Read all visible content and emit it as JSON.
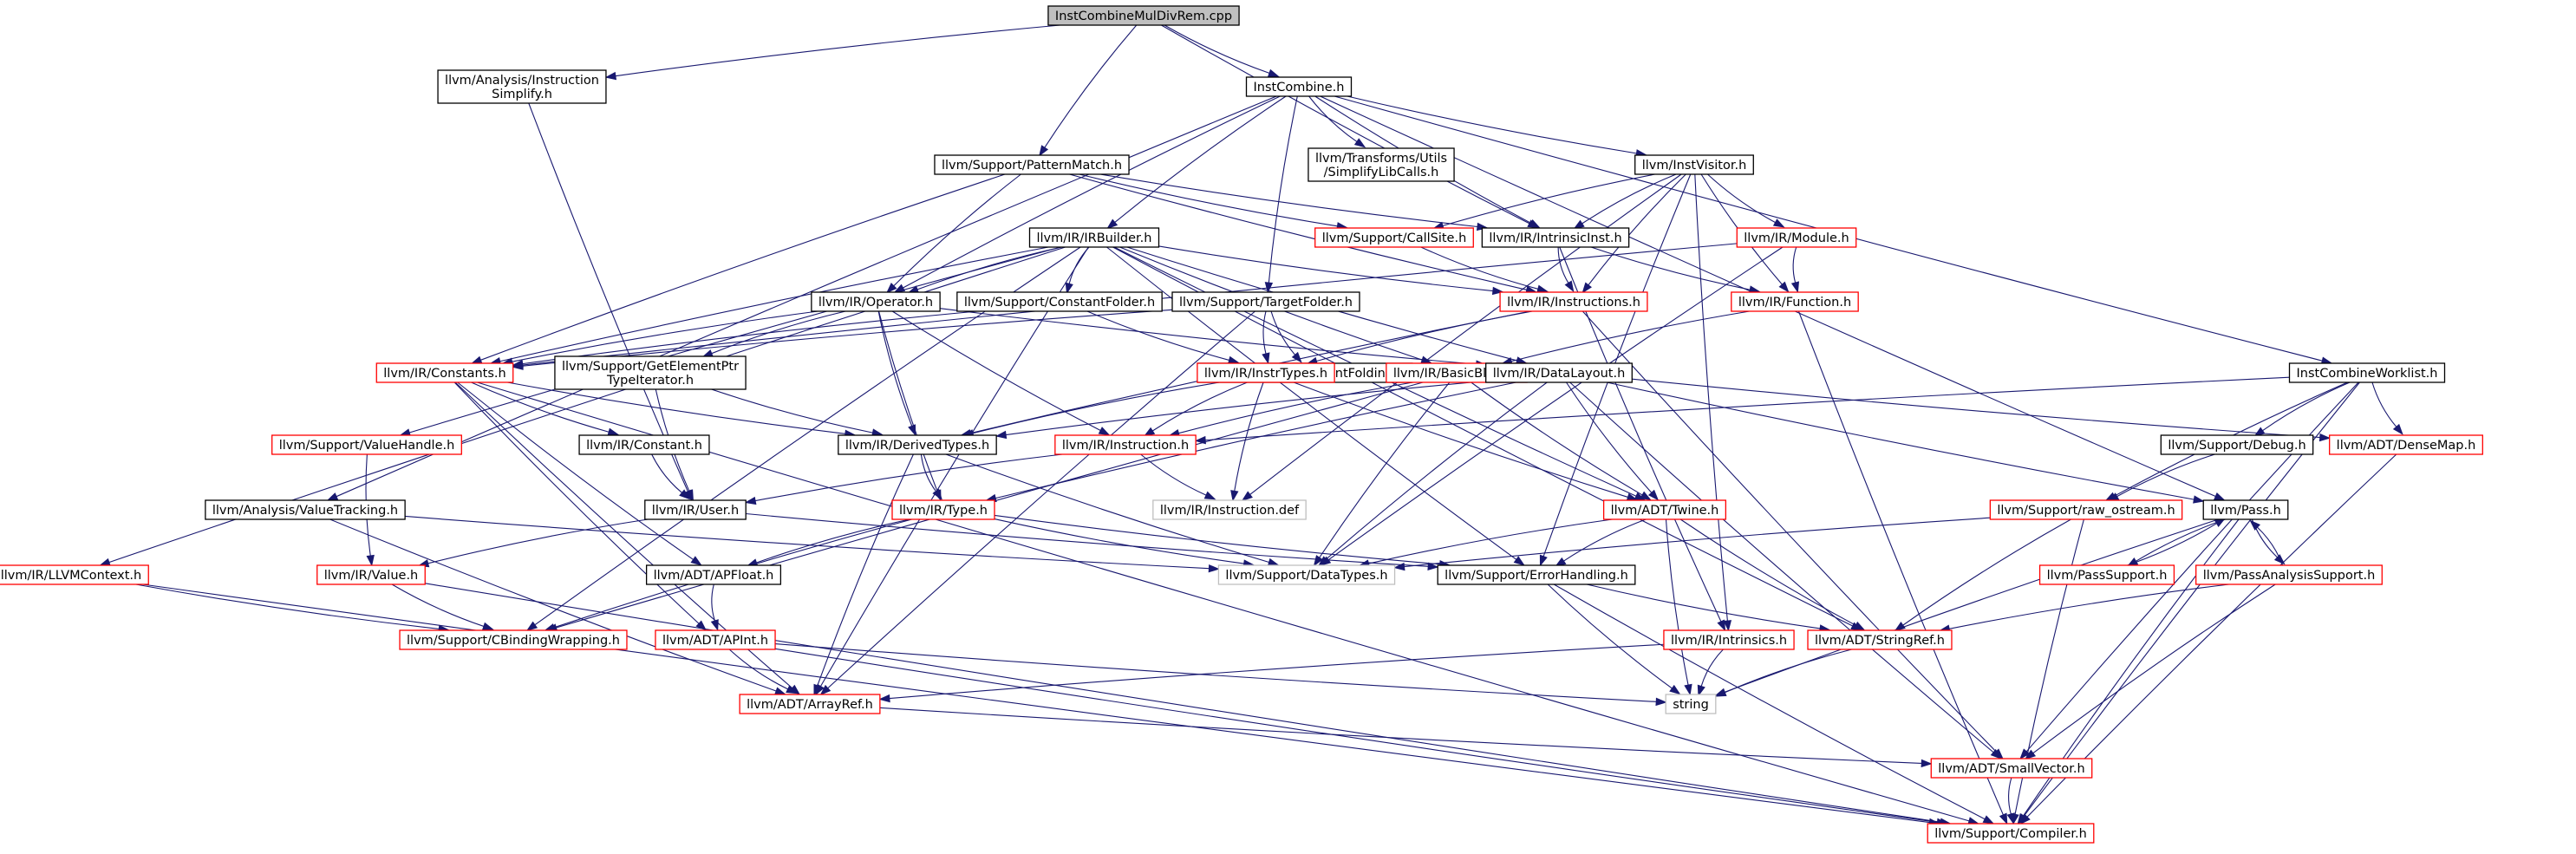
{
  "diagram": {
    "title": "InstCombineMulDivRem.cpp",
    "colors": {
      "edge": "#191970",
      "black_border": "#000000",
      "red_border": "#ff0000",
      "gray_border": "#bfbfbf",
      "root_fill": "#bfbfbf"
    },
    "nodes": [
      {
        "id": "root",
        "label": [
          "InstCombineMulDivRem.cpp"
        ],
        "style": "root"
      },
      {
        "id": "ais",
        "label": [
          "llvm/Analysis/Instruction",
          "Simplify.h"
        ],
        "style": "black"
      },
      {
        "id": "ic",
        "label": [
          "InstCombine.h"
        ],
        "style": "black"
      },
      {
        "id": "pm",
        "label": [
          "llvm/Support/PatternMatch.h"
        ],
        "style": "black"
      },
      {
        "id": "tu",
        "label": [
          "llvm/Transforms/Utils",
          "/SimplifyLibCalls.h"
        ],
        "style": "black"
      },
      {
        "id": "iv",
        "label": [
          "llvm/InstVisitor.h"
        ],
        "style": "black"
      },
      {
        "id": "cs",
        "label": [
          "llvm/Support/CallSite.h"
        ],
        "style": "red"
      },
      {
        "id": "ii",
        "label": [
          "llvm/IR/IntrinsicInst.h"
        ],
        "style": "black"
      },
      {
        "id": "irb",
        "label": [
          "llvm/IR/IRBuilder.h"
        ],
        "style": "black"
      },
      {
        "id": "mod",
        "label": [
          "llvm/IR/Module.h"
        ],
        "style": "red"
      },
      {
        "id": "ins",
        "label": [
          "llvm/IR/Instructions.h"
        ],
        "style": "red"
      },
      {
        "id": "fn",
        "label": [
          "llvm/IR/Function.h"
        ],
        "style": "red"
      },
      {
        "id": "op",
        "label": [
          "llvm/IR/Operator.h"
        ],
        "style": "black"
      },
      {
        "id": "cf",
        "label": [
          "llvm/Support/ConstantFolder.h"
        ],
        "style": "black"
      },
      {
        "id": "tf",
        "label": [
          "llvm/Support/TargetFolder.h"
        ],
        "style": "black"
      },
      {
        "id": "cst",
        "label": [
          "llvm/IR/Constants.h"
        ],
        "style": "red"
      },
      {
        "id": "gep",
        "label": [
          "llvm/Support/GetElementPtr",
          "TypeIterator.h"
        ],
        "style": "black"
      },
      {
        "id": "acf",
        "label": [
          "llvm/Analysis/ConstantFolding.h"
        ],
        "style": "black"
      },
      {
        "id": "it",
        "label": [
          "llvm/IR/InstrTypes.h"
        ],
        "style": "red"
      },
      {
        "id": "bb",
        "label": [
          "llvm/IR/BasicBlock.h"
        ],
        "style": "red"
      },
      {
        "id": "dl",
        "label": [
          "llvm/IR/DataLayout.h"
        ],
        "style": "black"
      },
      {
        "id": "icw",
        "label": [
          "InstCombineWorklist.h"
        ],
        "style": "black"
      },
      {
        "id": "vh",
        "label": [
          "llvm/Support/ValueHandle.h"
        ],
        "style": "red"
      },
      {
        "id": "con",
        "label": [
          "llvm/IR/Constant.h"
        ],
        "style": "black"
      },
      {
        "id": "dt",
        "label": [
          "llvm/IR/DerivedTypes.h"
        ],
        "style": "black"
      },
      {
        "id": "inst",
        "label": [
          "llvm/IR/Instruction.h"
        ],
        "style": "red"
      },
      {
        "id": "dbg",
        "label": [
          "llvm/Support/Debug.h"
        ],
        "style": "black"
      },
      {
        "id": "dm",
        "label": [
          "llvm/ADT/DenseMap.h"
        ],
        "style": "red"
      },
      {
        "id": "avt",
        "label": [
          "llvm/Analysis/ValueTracking.h"
        ],
        "style": "black"
      },
      {
        "id": "usr",
        "label": [
          "llvm/IR/User.h"
        ],
        "style": "black"
      },
      {
        "id": "idef",
        "label": [
          "llvm/IR/Instruction.def"
        ],
        "style": "gray"
      },
      {
        "id": "typ",
        "label": [
          "llvm/IR/Type.h"
        ],
        "style": "red"
      },
      {
        "id": "tw",
        "label": [
          "llvm/ADT/Twine.h"
        ],
        "style": "red"
      },
      {
        "id": "ro",
        "label": [
          "llvm/Support/raw_ostream.h"
        ],
        "style": "red"
      },
      {
        "id": "pass",
        "label": [
          "llvm/Pass.h"
        ],
        "style": "black"
      },
      {
        "id": "llc",
        "label": [
          "llvm/IR/LLVMContext.h"
        ],
        "style": "red"
      },
      {
        "id": "val",
        "label": [
          "llvm/IR/Value.h"
        ],
        "style": "red"
      },
      {
        "id": "apf",
        "label": [
          "llvm/ADT/APFloat.h"
        ],
        "style": "black"
      },
      {
        "id": "sdt",
        "label": [
          "llvm/Support/DataTypes.h"
        ],
        "style": "gray"
      },
      {
        "id": "eh",
        "label": [
          "llvm/Support/ErrorHandling.h"
        ],
        "style": "black"
      },
      {
        "id": "ps",
        "label": [
          "llvm/PassSupport.h"
        ],
        "style": "red"
      },
      {
        "id": "pas",
        "label": [
          "llvm/PassAnalysisSupport.h"
        ],
        "style": "red"
      },
      {
        "id": "cbw",
        "label": [
          "llvm/Support/CBindingWrapping.h"
        ],
        "style": "red"
      },
      {
        "id": "api",
        "label": [
          "llvm/ADT/APInt.h"
        ],
        "style": "red"
      },
      {
        "id": "intr",
        "label": [
          "llvm/IR/Intrinsics.h"
        ],
        "style": "red"
      },
      {
        "id": "sr",
        "label": [
          "llvm/ADT/StringRef.h"
        ],
        "style": "red"
      },
      {
        "id": "str",
        "label": [
          "string"
        ],
        "style": "gray"
      },
      {
        "id": "ar",
        "label": [
          "llvm/ADT/ArrayRef.h"
        ],
        "style": "red"
      },
      {
        "id": "sv",
        "label": [
          "llvm/ADT/SmallVector.h"
        ],
        "style": "red"
      },
      {
        "id": "comp",
        "label": [
          "llvm/Support/Compiler.h"
        ],
        "style": "red"
      }
    ],
    "edges": [
      [
        "root",
        "ais"
      ],
      [
        "root",
        "ic"
      ],
      [
        "root",
        "pm"
      ],
      [
        "root",
        "ii"
      ],
      [
        "ais",
        "usr"
      ],
      [
        "ic",
        "tu"
      ],
      [
        "ic",
        "iv"
      ],
      [
        "ic",
        "ii"
      ],
      [
        "ic",
        "irb"
      ],
      [
        "ic",
        "op"
      ],
      [
        "ic",
        "tf"
      ],
      [
        "ic",
        "icw"
      ],
      [
        "ic",
        "avt"
      ],
      [
        "ic",
        "pass"
      ],
      [
        "pm",
        "cs"
      ],
      [
        "pm",
        "ii"
      ],
      [
        "pm",
        "op"
      ],
      [
        "pm",
        "ins"
      ],
      [
        "pm",
        "cst"
      ],
      [
        "iv",
        "cs"
      ],
      [
        "iv",
        "ii"
      ],
      [
        "iv",
        "mod"
      ],
      [
        "iv",
        "ins"
      ],
      [
        "iv",
        "fn"
      ],
      [
        "iv",
        "idef"
      ],
      [
        "iv",
        "intr"
      ],
      [
        "iv",
        "eh"
      ],
      [
        "cs",
        "ins"
      ],
      [
        "ii",
        "ins"
      ],
      [
        "ii",
        "fn"
      ],
      [
        "ii",
        "intr"
      ],
      [
        "mod",
        "fn"
      ],
      [
        "mod",
        "cst"
      ],
      [
        "mod",
        "sdt"
      ],
      [
        "fn",
        "bb"
      ],
      [
        "fn",
        "comp"
      ],
      [
        "ins",
        "it"
      ],
      [
        "ins",
        "dt"
      ],
      [
        "ins",
        "sv"
      ],
      [
        "irb",
        "ins"
      ],
      [
        "irb",
        "op"
      ],
      [
        "irb",
        "cf"
      ],
      [
        "irb",
        "bb"
      ],
      [
        "irb",
        "dl"
      ],
      [
        "irb",
        "vh"
      ],
      [
        "irb",
        "cst"
      ],
      [
        "irb",
        "llc"
      ],
      [
        "irb",
        "cbw"
      ],
      [
        "irb",
        "tw"
      ],
      [
        "irb",
        "sr"
      ],
      [
        "irb",
        "ar"
      ],
      [
        "irb",
        "eh"
      ],
      [
        "op",
        "cst"
      ],
      [
        "op",
        "gep"
      ],
      [
        "op",
        "inst"
      ],
      [
        "op",
        "dt"
      ],
      [
        "op",
        "typ"
      ],
      [
        "op",
        "dl"
      ],
      [
        "cf",
        "cst"
      ],
      [
        "cf",
        "it"
      ],
      [
        "tf",
        "cst"
      ],
      [
        "tf",
        "acf"
      ],
      [
        "tf",
        "it"
      ],
      [
        "tf",
        "ar"
      ],
      [
        "cst",
        "con"
      ],
      [
        "cst",
        "dt"
      ],
      [
        "cst",
        "apf"
      ],
      [
        "cst",
        "api"
      ],
      [
        "cst",
        "ar"
      ],
      [
        "cst",
        "comp"
      ],
      [
        "gep",
        "dt"
      ],
      [
        "gep",
        "usr"
      ],
      [
        "it",
        "inst"
      ],
      [
        "it",
        "dt"
      ],
      [
        "it",
        "idef"
      ],
      [
        "it",
        "tw"
      ],
      [
        "bb",
        "inst"
      ],
      [
        "bb",
        "sdt"
      ],
      [
        "bb",
        "tw"
      ],
      [
        "bb",
        "cbw"
      ],
      [
        "dl",
        "dt"
      ],
      [
        "dl",
        "typ"
      ],
      [
        "dl",
        "dm"
      ],
      [
        "dl",
        "tw"
      ],
      [
        "dl",
        "sdt"
      ],
      [
        "dl",
        "sv"
      ],
      [
        "dl",
        "pass"
      ],
      [
        "icw",
        "inst"
      ],
      [
        "icw",
        "dbg"
      ],
      [
        "icw",
        "dm"
      ],
      [
        "icw",
        "ro"
      ],
      [
        "icw",
        "sv"
      ],
      [
        "icw",
        "comp"
      ],
      [
        "vh",
        "val"
      ],
      [
        "con",
        "usr"
      ],
      [
        "dt",
        "typ"
      ],
      [
        "dt",
        "sdt"
      ],
      [
        "dt",
        "ar"
      ],
      [
        "inst",
        "usr"
      ],
      [
        "inst",
        "idef"
      ],
      [
        "dbg",
        "ro"
      ],
      [
        "dm",
        "comp"
      ],
      [
        "avt",
        "sdt"
      ],
      [
        "avt",
        "ar"
      ],
      [
        "usr",
        "val"
      ],
      [
        "usr",
        "eh"
      ],
      [
        "typ",
        "sdt"
      ],
      [
        "typ",
        "apf"
      ],
      [
        "typ",
        "cbw"
      ],
      [
        "typ",
        "eh"
      ],
      [
        "tw",
        "sdt"
      ],
      [
        "tw",
        "sr"
      ],
      [
        "tw",
        "str"
      ],
      [
        "tw",
        "eh"
      ],
      [
        "ro",
        "sdt"
      ],
      [
        "ro",
        "sr"
      ],
      [
        "ro",
        "comp"
      ],
      [
        "pass",
        "ps"
      ],
      [
        "pass",
        "pas"
      ],
      [
        "pass",
        "str"
      ],
      [
        "pass",
        "comp"
      ],
      [
        "ps",
        "pass"
      ],
      [
        "pas",
        "pass"
      ],
      [
        "pas",
        "sr"
      ],
      [
        "pas",
        "sv"
      ],
      [
        "llc",
        "cbw"
      ],
      [
        "llc",
        "comp"
      ],
      [
        "val",
        "cbw"
      ],
      [
        "val",
        "comp"
      ],
      [
        "apf",
        "api"
      ],
      [
        "eh",
        "str"
      ],
      [
        "eh",
        "comp"
      ],
      [
        "eh",
        "sr"
      ],
      [
        "api",
        "ar"
      ],
      [
        "api",
        "str"
      ],
      [
        "api",
        "comp"
      ],
      [
        "intr",
        "ar"
      ],
      [
        "intr",
        "str"
      ],
      [
        "sr",
        "str"
      ],
      [
        "ar",
        "sv"
      ],
      [
        "sv",
        "comp"
      ]
    ]
  }
}
